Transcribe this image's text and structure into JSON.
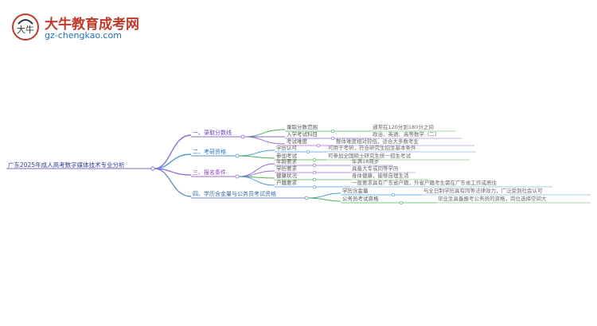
{
  "brand": {
    "title": "大牛教育成考网",
    "url": "gz-chengkao.com",
    "mark_text": "大牛"
  },
  "root": "广东2025年成人高考数字媒体技术专业分析",
  "branches": [
    {
      "label": "一、录取分数线",
      "children": [
        {
          "label": "录取分数范围",
          "value": "通常在120分到180分之间"
        },
        {
          "label": "入学考试科目",
          "value": "政治、英语、高等数学（二）"
        },
        {
          "label": "考试难度",
          "value": "整体难度相对较低，适合大多数考生"
        }
      ]
    },
    {
      "label": "二、考研资格",
      "children": [
        {
          "label": "学历认可",
          "value": "可用于考研，符合研究生招生基本条件"
        },
        {
          "label": "参加考试",
          "value": "可参加全国硕士研究生统一招生考试"
        }
      ]
    },
    {
      "label": "三、报名条件",
      "children": [
        {
          "label": "年龄要求",
          "value": "年满18周岁"
        },
        {
          "label": "学历要求",
          "value": "具备大专或同等学历"
        },
        {
          "label": "健康状况",
          "value": "身体健康，能够自理生活"
        },
        {
          "label": "户籍要求",
          "value": "一般要求具有广东省户籍，外省户籍考生需在广东省工作或居住"
        }
      ]
    },
    {
      "label": "四、学历含金量与公务员考试资格",
      "children": [
        {
          "label": "学历含金量",
          "value": "与全日制学历具有同等法律效力，广泛受到社会认可"
        },
        {
          "label": "公务员考试资格",
          "value": "毕业生具备报考公务员的资格，岗位选择空间大"
        }
      ]
    }
  ],
  "colors": {
    "brand_red": "#c0392b",
    "brand_blue": "#1f6fb2",
    "branch1": "#6a3fb5",
    "branch2": "#1f7bbf",
    "branch3": "#8a3fb5",
    "branch4": "#3a6fa0",
    "accent_green": "#4caf50"
  },
  "icons": {
    "logo": "bull-logo-icon"
  }
}
